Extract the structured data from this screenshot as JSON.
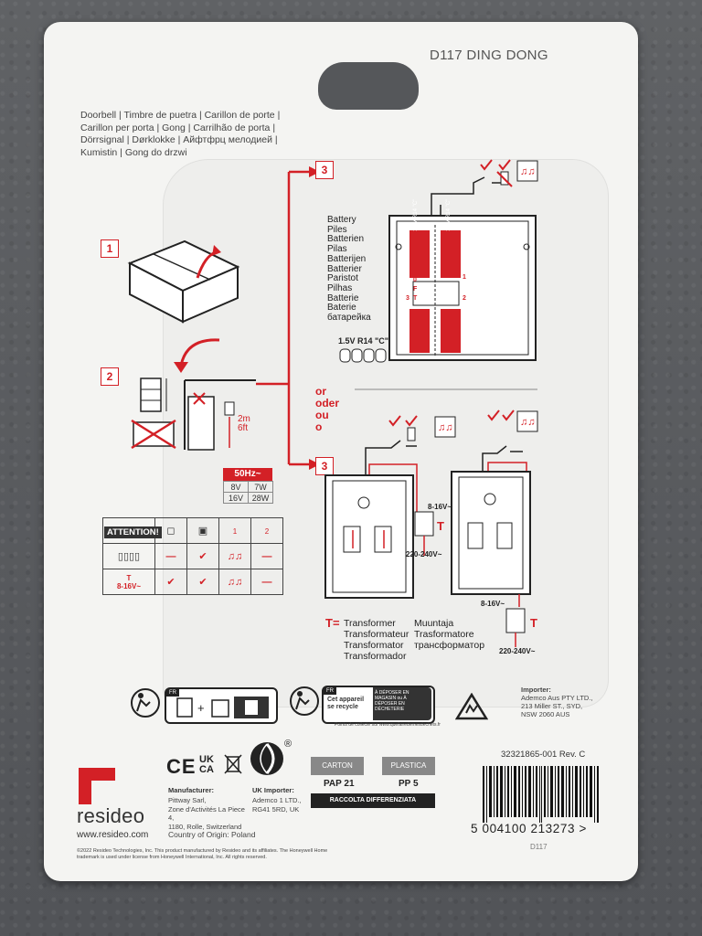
{
  "header": {
    "model_name": "D117 DING DONG",
    "product_names": "Doorbell | Timbre de puetra | Carillon de porte | Carillon per porta | Gong | Carrilhão de porta | Dörrsignal | Dørklokke | Айфтфрц мелодией | Kumistin | Gong do drzwi"
  },
  "steps": {
    "step1": "1",
    "step2": "2",
    "step3_top": "3",
    "step3_bottom": "3"
  },
  "installation": {
    "height_label": "2m\n6ft",
    "battery_words": [
      "Battery",
      "Piles",
      "Batterien",
      "Pilas",
      "Batterijen",
      "Batterier",
      "Paristot",
      "Pilhas",
      "Batterie",
      "Baterie",
      "батарейка"
    ],
    "battery_spec": "1.5V R14 \"C\"",
    "battery_cell_label": "1.5V R14 \"C\"",
    "switch_labels": [
      "0",
      "F",
      "T"
    ],
    "terminal_labels": [
      "1",
      "2",
      "3"
    ],
    "or_words": [
      "or",
      "oder",
      "ou",
      "o"
    ],
    "transformer_voltage": "8-16V~",
    "mains_voltage": "220-240V~",
    "transformer_symbol": "T"
  },
  "power_table": {
    "header": "50Hz~",
    "rows": [
      [
        "8V",
        "7W"
      ],
      [
        "16V",
        "28W"
      ]
    ]
  },
  "attention": {
    "label": "ATTENTION!",
    "col_markers": [
      "1",
      "2"
    ],
    "low_voltage": "8-16V~",
    "transformer_symbol": "T"
  },
  "transformer_words": {
    "symbol": "T=",
    "col1": [
      "Transformer",
      "Transformateur",
      "Transformator",
      "Transformador"
    ],
    "col2": [
      "Muuntaja",
      "Trasformatore",
      "трансформатор"
    ]
  },
  "recycling": {
    "fr_badge": "FR",
    "recycle_text": "Cet appareil se recycle",
    "deposit_store": "À DÉPOSER EN MAGASIN",
    "deposit_or": "ou",
    "deposit_dump": "À DÉPOSER EN DÉCHETERIE",
    "info_url": "Points de collecte sur www.quefairedemesdechets.fr"
  },
  "importer": {
    "title": "Importer:",
    "lines": [
      "Ademco Aus PTY LTD.,",
      "213 Miller ST., SYD,",
      "NSW 2060 AUS"
    ]
  },
  "certifications": {
    "ce": "CE",
    "ukca_top": "UK",
    "ukca_bottom": "CA",
    "registered": "®"
  },
  "materials": [
    {
      "label": "CARTON",
      "code": "PAP 21"
    },
    {
      "label": "PLASTICA",
      "code": "PP 5"
    }
  ],
  "raccolta": "RACCOLTA DIFFERENZIATA",
  "manufacturer": {
    "title": "Manufacturer:",
    "lines": [
      "Pittway Sarl,",
      "Zone d'Activités La Piece 4,",
      "1180, Rolle, Switzerland"
    ],
    "origin": "Country of Origin: Poland"
  },
  "uk_importer": {
    "title": "UK Importer:",
    "lines": [
      "Ademco 1 LTD.,",
      "RG41 5RD, UK"
    ]
  },
  "brand": {
    "name": "resideo",
    "url": "www.resideo.com",
    "copyright": "©2022 Resideo Technologies, Inc. This product manufactured by Resideo and its affiliates. The Honeywell Home trademark is used under license from Honeywell International, Inc. All rights reserved.",
    "logo_color": "#d32026"
  },
  "barcode": {
    "part_id": "32321865-001 Rev. C",
    "number": "5 004100 213273 >",
    "small_label": "D117"
  },
  "colors": {
    "accent_red": "#d32026",
    "card": "#f4f4f2",
    "background": "#5b5d60"
  }
}
